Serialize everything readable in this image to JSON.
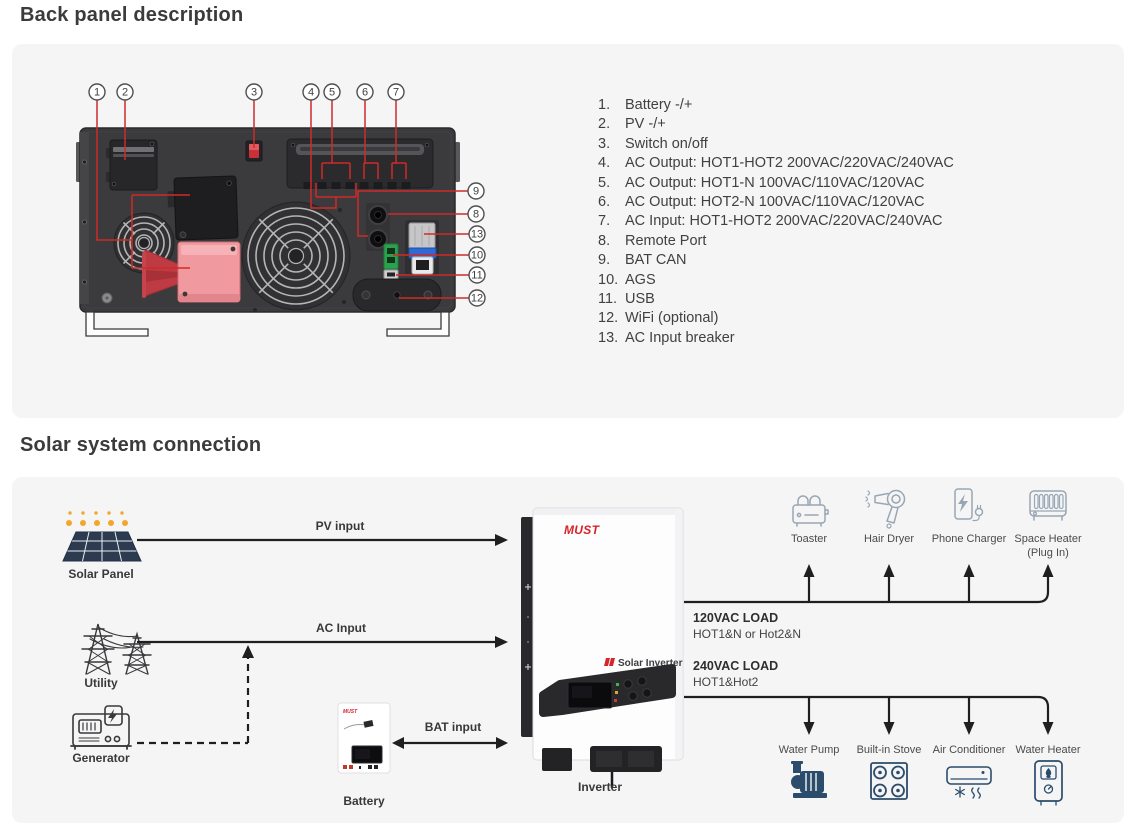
{
  "colors": {
    "accent_red": "#cf2b28",
    "brand_red": "#d8232a",
    "panel_bg": "#f5f5f6",
    "heading_text": "#3b3b3d",
    "diagram_line": "#1f1f1f",
    "load_icon_light": "#99a6b4",
    "load_icon_dark": "#2b4c6b"
  },
  "back_panel": {
    "title": "Back panel description",
    "callout_numbers": [
      "1",
      "2",
      "3",
      "4",
      "5",
      "6",
      "7",
      "8",
      "9",
      "10",
      "11",
      "12",
      "13"
    ],
    "legend": [
      {
        "num": "1.",
        "label": "Battery -/+"
      },
      {
        "num": "2.",
        "label": "PV -/+"
      },
      {
        "num": "3.",
        "label": "Switch on/off"
      },
      {
        "num": "4.",
        "label": "AC Output: HOT1-HOT2 200VAC/220VAC/240VAC"
      },
      {
        "num": "5.",
        "label": "AC Output: HOT1-N 100VAC/110VAC/120VAC"
      },
      {
        "num": "6.",
        "label": "AC Output: HOT2-N 100VAC/110VAC/120VAC"
      },
      {
        "num": "7.",
        "label": "AC Input: HOT1-HOT2 200VAC/220VAC/240VAC"
      },
      {
        "num": "8.",
        "label": "Remote Port"
      },
      {
        "num": "9.",
        "label": "BAT CAN"
      },
      {
        "num": "10.",
        "label": "AGS"
      },
      {
        "num": "11.",
        "label": "USB"
      },
      {
        "num": "12.",
        "label": "WiFi (optional)"
      },
      {
        "num": "13.",
        "label": "AC Input breaker"
      }
    ]
  },
  "solar_system": {
    "title": "Solar system connection",
    "sources": {
      "solar_panel": "Solar Panel",
      "utility": "Utility",
      "generator": "Generator"
    },
    "battery": {
      "label": "Battery",
      "brand": "MUST"
    },
    "inverter": {
      "label": "Inverter",
      "brand": "MUST",
      "front_text": "Solar Inverter"
    },
    "connections": {
      "pv": "PV input",
      "ac": "AC Input",
      "bat": "BAT input"
    },
    "loads_120": {
      "heading": "120VAC LOAD",
      "subheading": "HOT1&N or Hot2&N",
      "items": [
        {
          "label": "Toaster",
          "icon": "toaster-icon"
        },
        {
          "label": "Hair Dryer",
          "icon": "hair-dryer-icon"
        },
        {
          "label": "Phone Charger",
          "icon": "phone-charger-icon"
        },
        {
          "label": "Space Heater",
          "note": "(Plug In)",
          "icon": "space-heater-icon"
        }
      ]
    },
    "loads_240": {
      "heading": "240VAC LOAD",
      "subheading": "HOT1&Hot2",
      "items": [
        {
          "label": "Water Pump",
          "icon": "water-pump-icon"
        },
        {
          "label": "Built-in Stove",
          "icon": "stove-icon"
        },
        {
          "label": "Air Conditioner",
          "icon": "air-conditioner-icon"
        },
        {
          "label": "Water Heater",
          "icon": "water-heater-icon"
        }
      ]
    }
  }
}
